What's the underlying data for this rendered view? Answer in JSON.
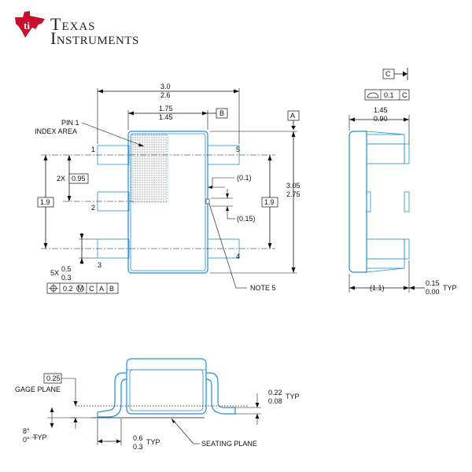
{
  "logo": {
    "line1": "Texas",
    "line2": "Instruments",
    "brand_color": "#c8102e"
  },
  "colors": {
    "package_outline": "#1e8fd6",
    "ink": "#111111"
  },
  "top_view": {
    "width_max": "3.0",
    "width_min": "2.6",
    "body_max": "1.75",
    "body_min": "1.45",
    "datum_b": "B",
    "datum_a": "A",
    "pin1_label_line1": "PIN 1",
    "pin1_label_line2": "INDEX AREA",
    "pin_numbers": [
      "1",
      "2",
      "3",
      "4",
      "5"
    ],
    "pitch_prefix": "2X",
    "pitch": "0.95",
    "span_left": "1.9",
    "span_right": "1.9",
    "height_max": "3.05",
    "height_min": "2.75",
    "dim_01": "(0.1)",
    "dim_015": "(0.15)",
    "lead_width_prefix": "5X",
    "lead_width_max": "0.5",
    "lead_width_min": "0.3",
    "fcf_value": "0.2",
    "fcf_mod": "M",
    "fcf_datum1": "C",
    "fcf_datum2": "A",
    "fcf_datum3": "B",
    "note": "NOTE 5"
  },
  "side_view": {
    "datum_c": "C",
    "flatness": "0.1",
    "flatness_datum": "C",
    "thk_max": "1.45",
    "thk_min": "0.90",
    "lead_len": "(1.1)",
    "standoff_max": "0.15",
    "standoff_min": "0.00",
    "standoff_typ": "TYP"
  },
  "detail": {
    "gage_value": "0.25",
    "gage_label": "GAGE PLANE",
    "angle_max": "8°",
    "angle_min": "0°",
    "angle_typ": "TYP",
    "foot_max": "0.6",
    "foot_min": "0.3",
    "foot_typ": "TYP",
    "seating_label": "SEATING PLANE",
    "lead_t_max": "0.22",
    "lead_t_min": "0.08",
    "lead_t_typ": "TYP"
  }
}
